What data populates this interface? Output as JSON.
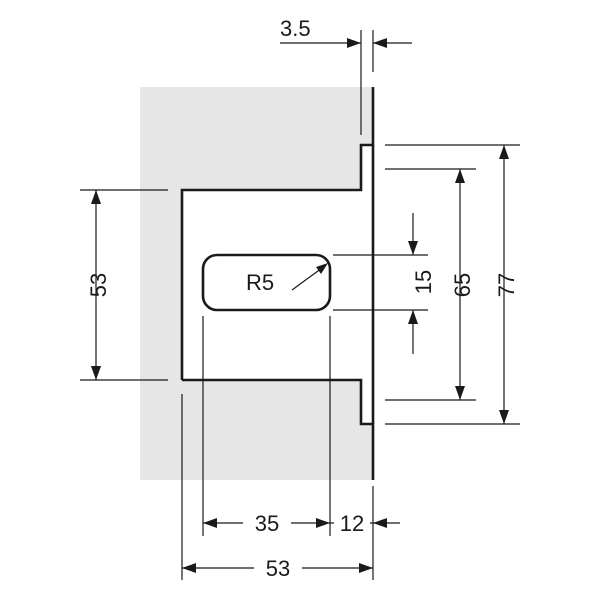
{
  "colors": {
    "background": "#ffffff",
    "door_fill": "#e6e6e6",
    "ink": "#1a1a1a"
  },
  "dimensions": {
    "top_thickness": "3.5",
    "left_height": "53",
    "slot_radius": "R5",
    "slot_height": "15",
    "recess_height": "65",
    "plate_height": "77",
    "slot_width": "35",
    "slot_edge_offset": "12",
    "bottom_width": "53"
  }
}
